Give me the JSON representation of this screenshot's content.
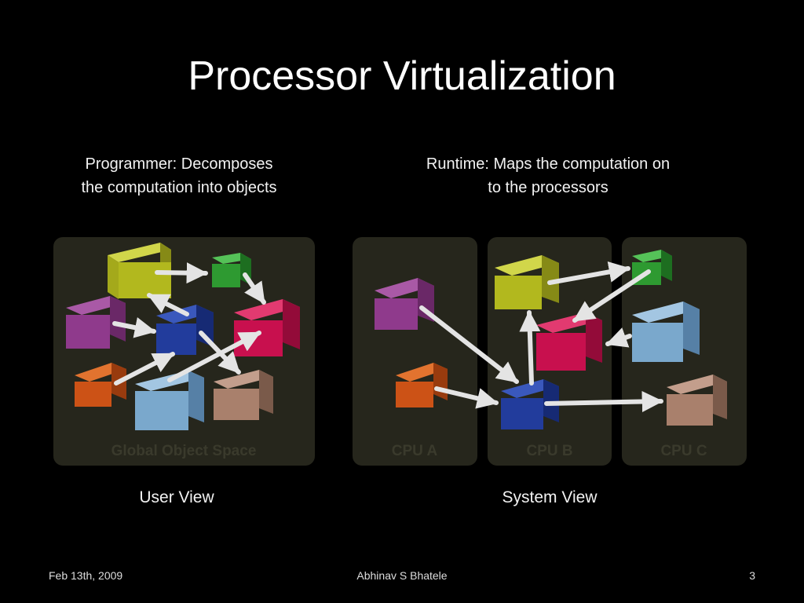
{
  "slide": {
    "title": "Processor Virtualization",
    "left_caption_line1": "Programmer: Decomposes",
    "left_caption_line2": "the computation into objects",
    "right_caption_line1": "Runtime: Maps the computation on",
    "right_caption_line2": "to the processors",
    "user_view_label": "User View",
    "system_view_label": "System View"
  },
  "panels": {
    "global": "Global Object Space",
    "cpu_a": "CPU A",
    "cpu_b": "CPU B",
    "cpu_c": "CPU C"
  },
  "footer": {
    "date": "Feb 13th, 2009",
    "author": "Abhinav S Bhatele",
    "page": "3"
  },
  "colors": {
    "yellow": "#b2b81e",
    "green": "#2e9a31",
    "magenta": "#8f3a8c",
    "navy": "#223c9c",
    "crimson": "#c8104e",
    "orange": "#cc5216",
    "light_blue": "#7aa8cc",
    "tan": "#a9806c",
    "panel": "#26261c",
    "arrow": "#e4e4e4"
  }
}
